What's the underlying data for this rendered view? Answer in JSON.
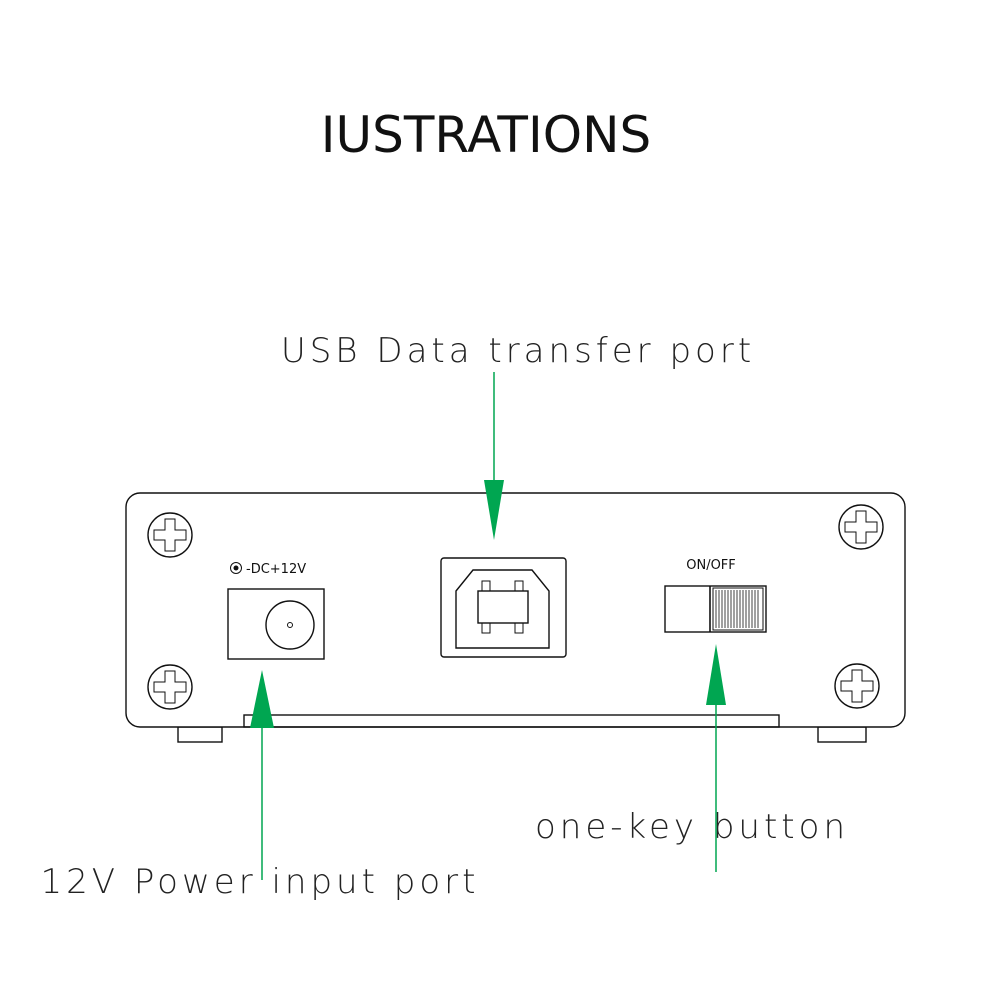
{
  "title": "IUSTRATIONS",
  "callouts": {
    "usb": "USB Data transfer port",
    "button": "one-key button",
    "power": "12V Power input port"
  },
  "panel_labels": {
    "dc": "-DC+12V",
    "switch": "ON/OFF"
  },
  "colors": {
    "arrow": "#00a651",
    "outline": "#111111"
  }
}
